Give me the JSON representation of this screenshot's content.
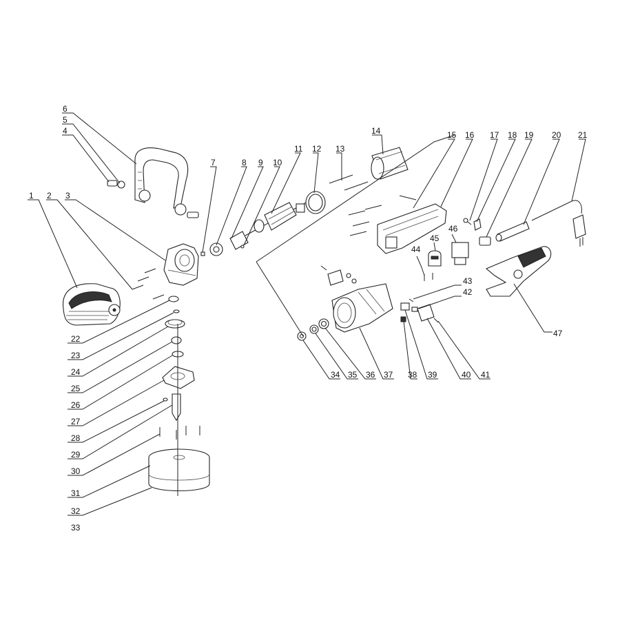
{
  "diagram": {
    "type": "exploded-parts-view",
    "part_labels": [
      "1",
      "2",
      "3",
      "4",
      "5",
      "6",
      "7",
      "8",
      "9",
      "10",
      "11",
      "12",
      "13",
      "14",
      "15",
      "16",
      "17",
      "18",
      "19",
      "20",
      "21",
      "22",
      "23",
      "24",
      "25",
      "26",
      "27",
      "28",
      "29",
      "30",
      "31",
      "32",
      "33",
      "34",
      "35",
      "36",
      "37",
      "38",
      "39",
      "40",
      "41",
      "42",
      "43",
      "44",
      "45",
      "46",
      "47"
    ]
  }
}
